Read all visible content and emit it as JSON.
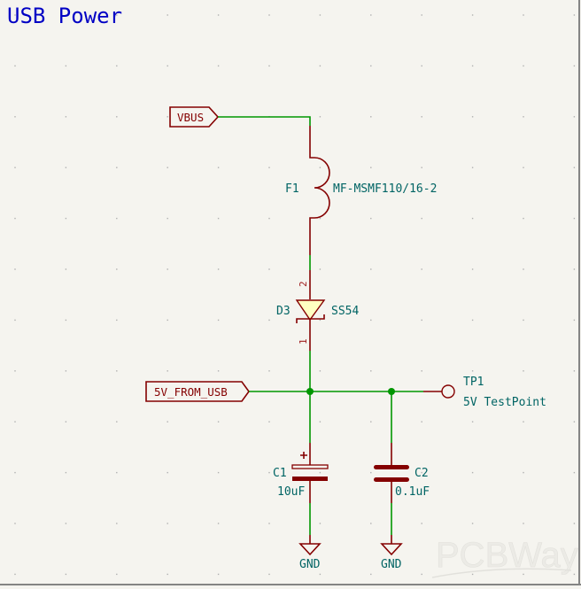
{
  "sheet": {
    "title": "USB Power",
    "watermark": "PCBWay"
  },
  "colors": {
    "background": "#f5f4ef",
    "wire": "#009600",
    "symbol": "#840000",
    "reference_text": "#006464",
    "title_text": "#0000c4",
    "diode_fill": "#ffffc2",
    "grid_dot": "#b0b0b0"
  },
  "labels": {
    "vbus": "VBUS",
    "five_v_from_usb": "5V_FROM_USB"
  },
  "components": {
    "fuse": {
      "ref": "F1",
      "value": "MF-MSMF110/16-2"
    },
    "diode": {
      "ref": "D3",
      "value": "SS54",
      "pin_anode": "2",
      "pin_cathode": "1"
    },
    "cap1": {
      "ref": "C1",
      "value": "10uF",
      "polarity_mark": "+"
    },
    "cap2": {
      "ref": "C2",
      "value": "0.1uF"
    },
    "testpoint": {
      "ref": "TP1",
      "value": "5V TestPoint"
    },
    "gnd1": {
      "name": "GND"
    },
    "gnd2": {
      "name": "GND"
    }
  }
}
